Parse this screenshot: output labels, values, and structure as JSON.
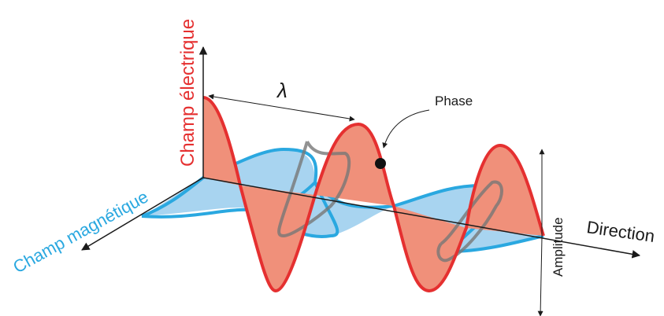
{
  "labels": {
    "electric_field": "Champ électrique",
    "magnetic_field": "Champ magnétique",
    "wavelength": "λ",
    "phase": "Phase",
    "amplitude": "Amplitude",
    "direction": "Direction"
  },
  "colors": {
    "electric": "#e53030",
    "electric_fill": "#f0907a",
    "magnetic": "#2aa8e0",
    "magnetic_fill": "#a8d4f0",
    "axis": "#1a1a1a",
    "hidden_outline": "#777777"
  }
}
